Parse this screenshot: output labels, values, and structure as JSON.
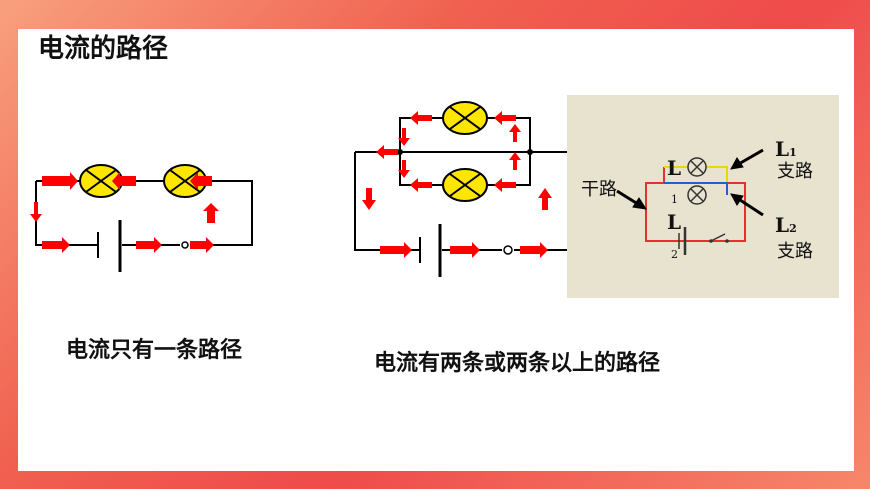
{
  "slide": {
    "title": "电流的路径",
    "series_caption": "电流只有一条路径",
    "parallel_caption": "电流有两条或两条以上的路径"
  },
  "diagram": {
    "trunk_label": "干路",
    "branch1_symbol": "L",
    "branch1_sub": "1",
    "branch1_label": "支路",
    "branch2_symbol": "L",
    "branch2_sub": "2",
    "branch2_label": "支路",
    "bulb_top_symbol": "L",
    "bulb_mid_sub": "1",
    "bulb_low_symbol": "L",
    "bulb_low_sub": "2"
  },
  "colors": {
    "arrow": "#ff0000",
    "bulb_fill": "#ffe600",
    "wire": "#000000",
    "panel_bg": "#e7e3cf"
  }
}
